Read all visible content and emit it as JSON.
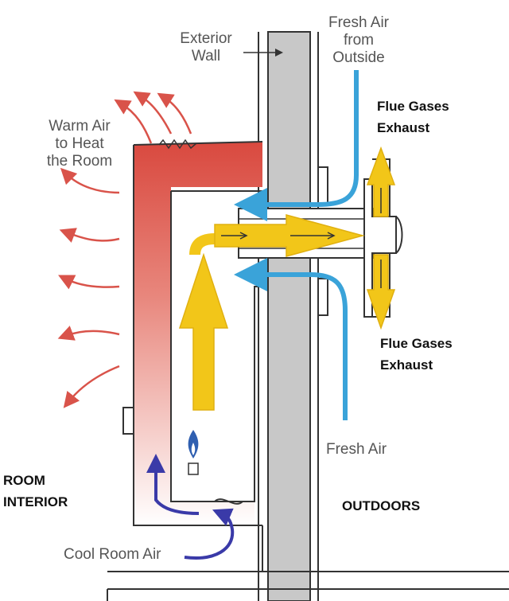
{
  "labels": {
    "exterior_wall": "Exterior\nWall",
    "fresh_air_from_outside": "Fresh Air\nfrom\nOutside",
    "warm_air": "Warm Air\nto Heat\nthe Room",
    "flue_gases_top": "Flue Gases\nExhaust",
    "flue_gases_bottom": "Flue Gases\nExhaust",
    "fresh_air": "Fresh Air",
    "room_interior": "ROOM\nINTERIOR",
    "outdoors": "OUTDOORS",
    "cool_room_air": "Cool Room Air"
  },
  "colors": {
    "wall": "#c8c8c8",
    "outline": "#333333",
    "heater_red": "#d9534a",
    "warm_arrow": "#d9534a",
    "flue_yellow": "#f2c619",
    "fresh_air_blue": "#3aa3d9",
    "cool_air_blue": "#3a3aa8",
    "flame_blue": "#2f5fb0"
  },
  "icons": [
    "flame-icon"
  ]
}
